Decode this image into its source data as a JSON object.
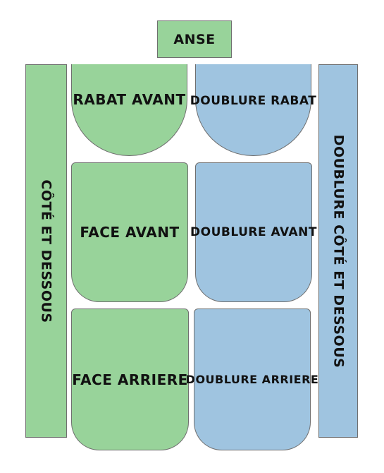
{
  "pieces": {
    "anse": {
      "label": "ANSE",
      "color": "#98d39a"
    },
    "cote_et_dessous": {
      "label": "CÔTÉ ET DESSOUS",
      "color": "#98d39a"
    },
    "rabat_avant": {
      "label": "RABAT AVANT",
      "color": "#98d39a"
    },
    "face_avant": {
      "label": "FACE AVANT",
      "color": "#98d39a"
    },
    "face_arriere": {
      "label": "FACE ARRIERE",
      "color": "#98d39a"
    },
    "doublure_rabat": {
      "label": "DOUBLURE RABAT",
      "color": "#9fc4e0"
    },
    "doublure_avant": {
      "label": "DOUBLURE AVANT",
      "color": "#9fc4e0"
    },
    "doublure_arriere": {
      "label": "DOUBLURE ARRIERE",
      "color": "#9fc4e0"
    },
    "doublure_cote_et_dessous": {
      "label": "DOUBLURE CÔTÉ ET DESSOUS",
      "color": "#9fc4e0"
    }
  }
}
